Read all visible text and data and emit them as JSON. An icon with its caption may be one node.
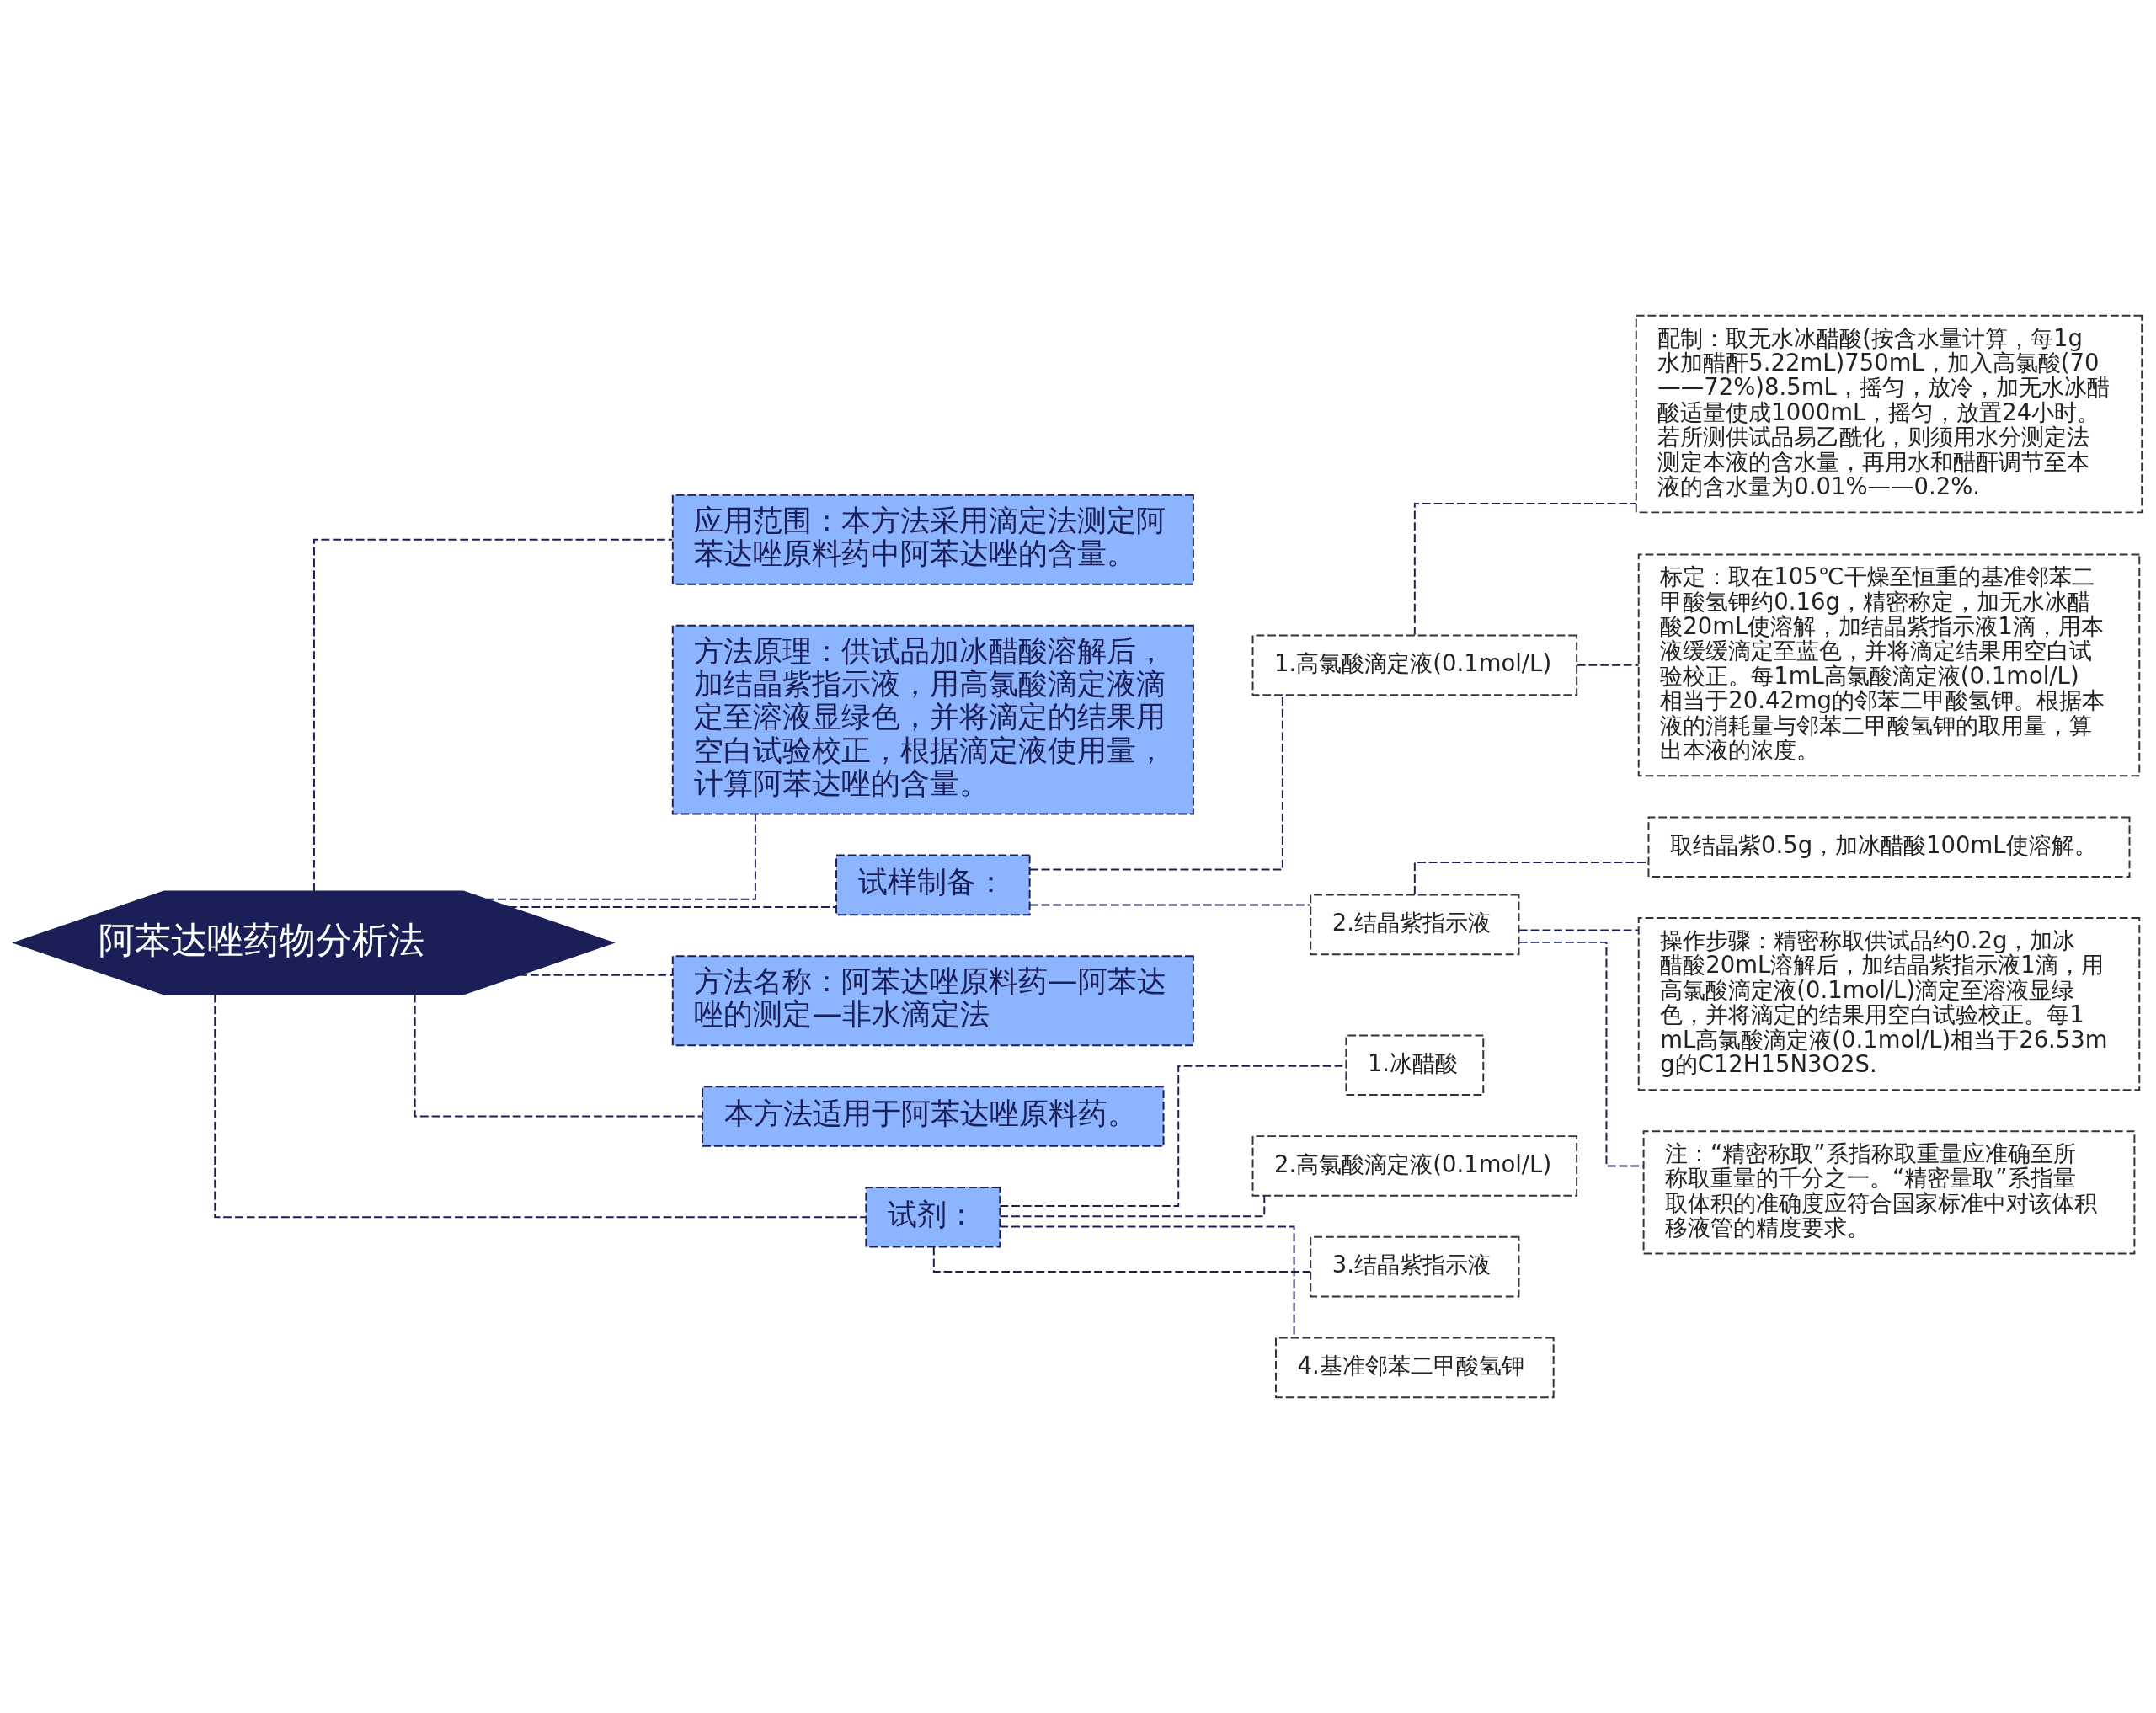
{
  "diagram": {
    "nodes": [
      {
        "text": [
          "阿苯达唑药物分析法"
        ]
      },
      {
        "text": [
          "应用范围：本方法采用滴定法测定阿苯达唑原料药中阿苯达唑的含量。"
        ]
      },
      {
        "text": [
          "方法原理：供试品加冰醋酸溶解后，加结晶紫指示液，用高氯酸滴定液滴定至溶液显绿色，并将滴定的结果用空白试验校正，根据滴定液使用量，计算阿苯达唑的含量。"
        ]
      },
      {
        "text": [
          "试样制备："
        ]
      },
      {
        "text": [
          "1.高氯酸滴定液(0.1mol/L)"
        ]
      },
      {
        "text": [
          "配制：取无水冰醋酸(按含水量计算，每1g水加醋酐5.22mL)750mL，加入高氯酸(70——72%)8.5mL，摇匀，放冷，加无水冰醋酸适量使成1000mL，摇匀，放置24小时。若所测供试品易乙酰化，则须用水分测定法测定本液的含水量，再用水和醋酐调节至本液的含水量为0.01%——0.2%."
        ]
      },
      {
        "text": [
          "标定：取在105℃干燥至恒重的基准邻苯二甲酸氢钾约0.16g，精密称定，加无水冰醋酸20mL使溶解，加结晶紫指示液1滴，用本液缓缓滴定至蓝色，并将滴定结果用空白试验校正。每1mL高氯酸滴定液(0.1mol/L)相当于20.42mg的邻苯二甲酸氢钾。根据本液的消耗量与邻苯二甲酸氢钾的取用量，算出本液的浓度。"
        ]
      },
      {
        "text": [
          "2.结晶紫指示液"
        ]
      },
      {
        "text": [
          "取结晶紫0.5g，加冰醋酸100mL使溶解。"
        ]
      },
      {
        "text": [
          "操作步骤：精密称取供试品约0.2g，加冰醋酸20mL溶解后，加结晶紫指示液1滴，用高氯酸滴定液(0.1mol/L)滴定至溶液显绿色，并将滴定的结果用空白试验校正。每1mL高氯酸滴定液(0.1mol/L)相当于26.53mg的C12H15N3O2S."
        ]
      },
      {
        "text": [
          "注：“精密称取”系指称取重量应准确至所称取重量的千分之一。“精密量取”系指量取体积的准确度应符合国家标准中对该体积移液管的精度要求。"
        ]
      },
      {
        "text": [
          "方法名称：阿苯达唑原料药—阿苯达唑的测定—非水滴定法"
        ]
      },
      {
        "text": [
          "本方法适用于阿苯达唑原料药。"
        ]
      },
      {
        "text": [
          "试剂："
        ]
      },
      {
        "text": [
          "1.冰醋酸"
        ]
      },
      {
        "text": [
          "2.高氯酸滴定液(0.1mol/L)"
        ]
      },
      {
        "text": [
          "3.结晶紫指示液"
        ]
      },
      {
        "text": [
          "4.基准邻苯二甲酸氢钾"
        ]
      }
    ],
    "edges": [
      {
        "from": 0,
        "to": 1,
        "arrow": "none",
        "style": "dashed"
      },
      {
        "from": 0,
        "to": 2,
        "arrow": "none",
        "style": "dashed"
      },
      {
        "from": 0,
        "to": 3,
        "arrow": "none",
        "style": "dashed"
      },
      {
        "from": 3,
        "to": 4,
        "arrow": "none",
        "style": "dashed"
      },
      {
        "from": 4,
        "to": 5,
        "arrow": "none",
        "style": "dashed"
      },
      {
        "from": 4,
        "to": 6,
        "arrow": "none",
        "style": "dashed"
      },
      {
        "from": 3,
        "to": 7,
        "arrow": "none",
        "style": "dashed"
      },
      {
        "from": 7,
        "to": 8,
        "arrow": "none",
        "style": "dashed"
      },
      {
        "from": 7,
        "to": 9,
        "arrow": "none",
        "style": "dashed"
      },
      {
        "from": 7,
        "to": 10,
        "arrow": "none",
        "style": "dashed"
      },
      {
        "from": 0,
        "to": 11,
        "arrow": "none",
        "style": "dashed"
      },
      {
        "from": 0,
        "to": 12,
        "arrow": "none",
        "style": "dashed"
      },
      {
        "from": 0,
        "to": 13,
        "arrow": "none",
        "style": "dashed"
      },
      {
        "from": 13,
        "to": 14,
        "arrow": "none",
        "style": "dashed"
      },
      {
        "from": 13,
        "to": 15,
        "arrow": "none",
        "style": "dashed"
      },
      {
        "from": 13,
        "to": 16,
        "arrow": "none",
        "style": "dashed"
      },
      {
        "from": 13,
        "to": 17,
        "arrow": "none",
        "style": "dashed"
      }
    ]
  }
}
